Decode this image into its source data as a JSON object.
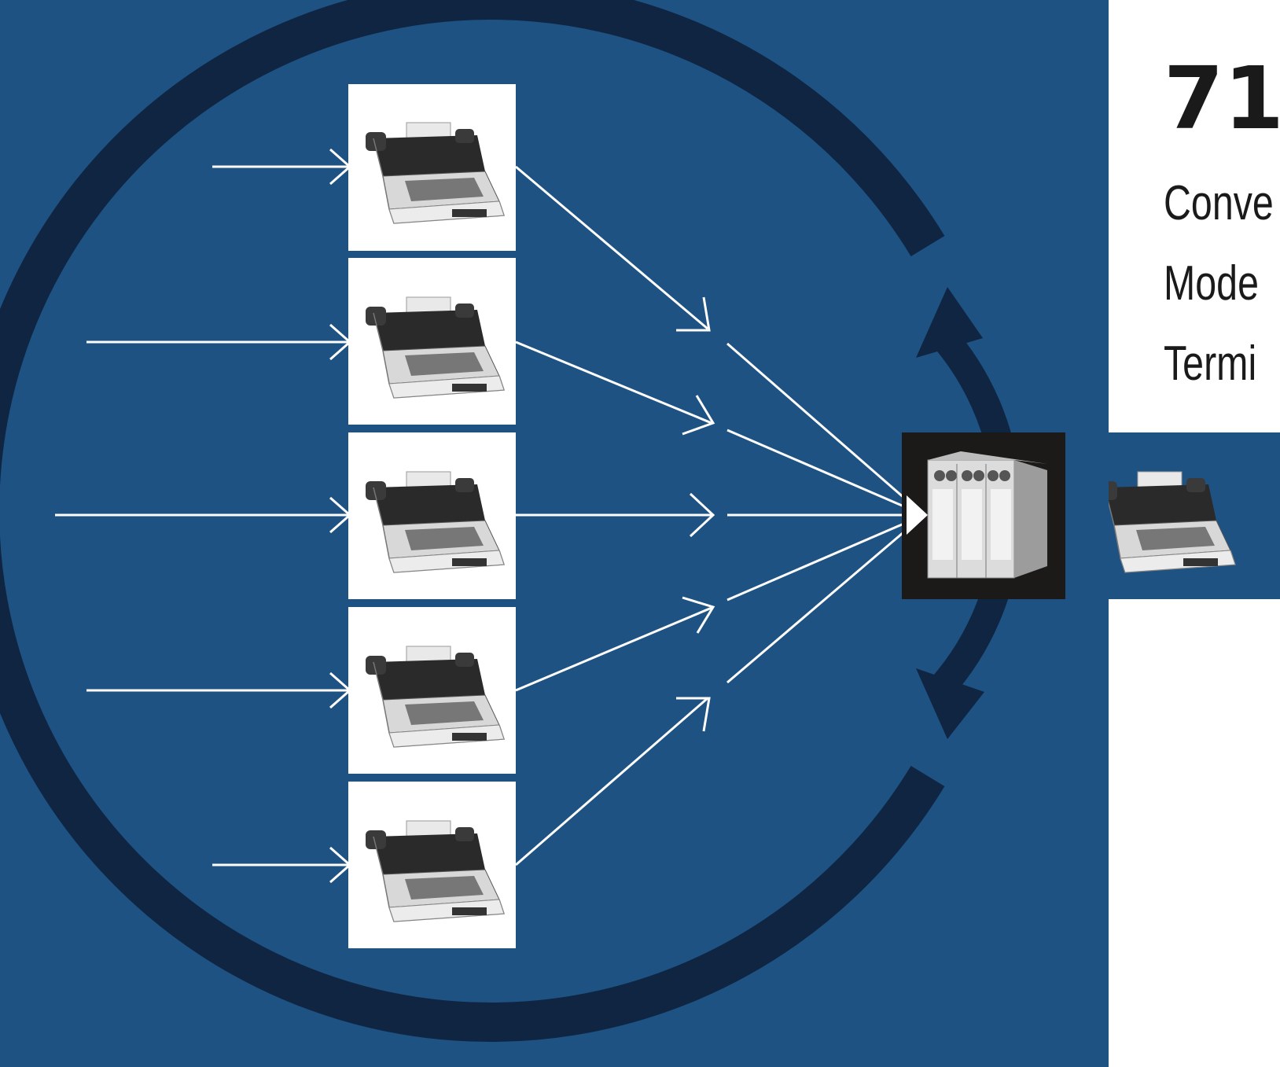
{
  "title": {
    "model_number": "71",
    "subtitle_lines": [
      "Conve",
      "Mode",
      "Termi"
    ]
  },
  "diagram": {
    "terminal_icon": "typewriter-terminal-icon",
    "computer_icon": "tape-drive-computer-icon",
    "terminal_count": 5,
    "colors": {
      "background": "#1d5283",
      "ring": "#0f2541",
      "arrows": "#ffffff",
      "box_white": "#ffffff",
      "box_dark": "#1c1a18"
    }
  }
}
